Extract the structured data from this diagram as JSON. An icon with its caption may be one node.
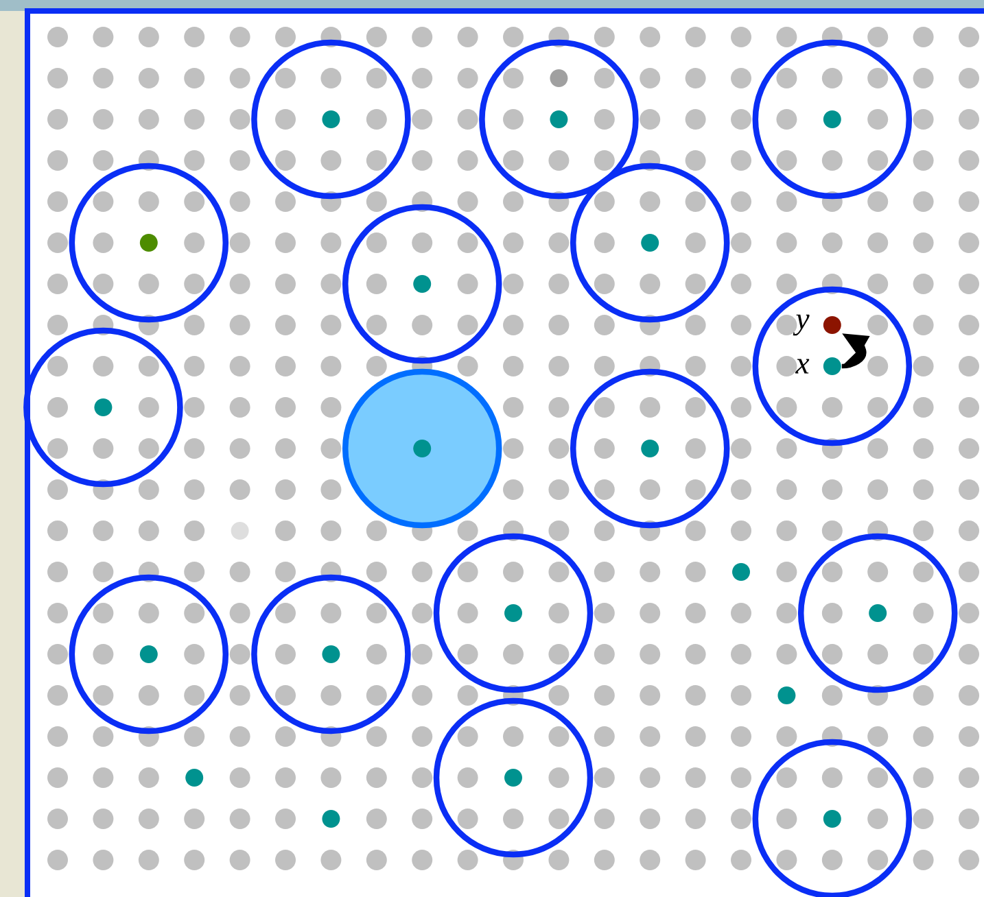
{
  "diagram": {
    "nodes": [
      {
        "text": [
          "y"
        ]
      },
      {
        "text": [
          "x"
        ]
      }
    ],
    "edges": [
      {
        "from": 1,
        "to": 0,
        "arrow": "to"
      }
    ]
  }
}
